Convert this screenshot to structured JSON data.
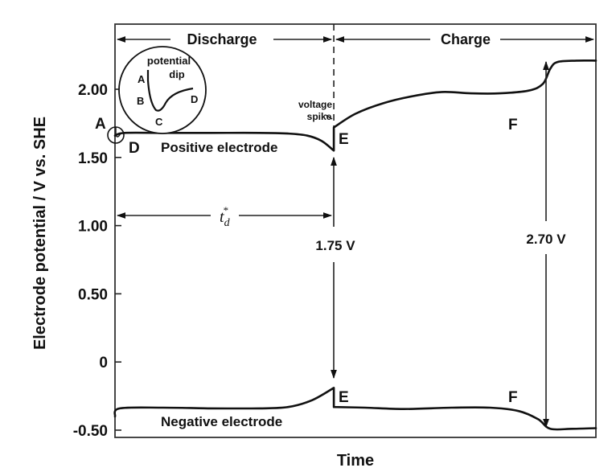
{
  "chart_data": {
    "type": "line",
    "title": "",
    "xlabel": "Time",
    "ylabel": "Electrode potential / V  vs.  SHE",
    "ylim": [
      -0.55,
      2.5
    ],
    "xlim": [
      0,
      1
    ],
    "grid": false,
    "y_ticks": [
      2.0,
      1.5,
      1.0,
      0.5,
      0.0,
      -0.5
    ],
    "y_tick_labels": [
      "2.00",
      "1.50",
      "1.00",
      "0.50",
      "0",
      "-0.50"
    ],
    "x_ticks": [],
    "phases": [
      {
        "name": "discharge",
        "label": "Discharge",
        "x_range": [
          0,
          0.455
        ]
      },
      {
        "name": "charge",
        "label": "Charge",
        "x_range": [
          0.455,
          1.0
        ]
      }
    ],
    "discharge_end_x": 0.455,
    "series": [
      {
        "name": "Positive electrode",
        "label": "Positive electrode",
        "points": [
          [
            0.0,
            1.66
          ],
          [
            0.02,
            1.68
          ],
          [
            0.1,
            1.68
          ],
          [
            0.2,
            1.68
          ],
          [
            0.3,
            1.68
          ],
          [
            0.36,
            1.675
          ],
          [
            0.4,
            1.66
          ],
          [
            0.43,
            1.62
          ],
          [
            0.455,
            1.55
          ],
          [
            0.455,
            1.72
          ],
          [
            0.5,
            1.82
          ],
          [
            0.56,
            1.9
          ],
          [
            0.62,
            1.95
          ],
          [
            0.68,
            1.98
          ],
          [
            0.74,
            1.97
          ],
          [
            0.8,
            1.97
          ],
          [
            0.86,
            1.99
          ],
          [
            0.89,
            2.04
          ],
          [
            0.905,
            2.15
          ],
          [
            0.92,
            2.2
          ],
          [
            0.96,
            2.21
          ],
          [
            1.0,
            2.21
          ]
        ]
      },
      {
        "name": "Negative electrode",
        "label": "Negative electrode",
        "points": [
          [
            0.0,
            -0.4
          ],
          [
            0.01,
            -0.34
          ],
          [
            0.1,
            -0.335
          ],
          [
            0.2,
            -0.34
          ],
          [
            0.3,
            -0.34
          ],
          [
            0.36,
            -0.33
          ],
          [
            0.41,
            -0.28
          ],
          [
            0.455,
            -0.19
          ],
          [
            0.455,
            -0.33
          ],
          [
            0.52,
            -0.335
          ],
          [
            0.6,
            -0.345
          ],
          [
            0.7,
            -0.335
          ],
          [
            0.78,
            -0.335
          ],
          [
            0.84,
            -0.36
          ],
          [
            0.88,
            -0.42
          ],
          [
            0.905,
            -0.49
          ],
          [
            0.95,
            -0.49
          ],
          [
            1.0,
            -0.485
          ]
        ]
      }
    ],
    "point_labels": [
      {
        "text": "A",
        "series": "Positive electrode",
        "x": 0.0,
        "y": 1.72
      },
      {
        "text": "D",
        "series": "Positive electrode",
        "x": 0.03,
        "y": 1.58
      },
      {
        "text": "E",
        "series": "Positive electrode",
        "x": 0.465,
        "y": 1.65
      },
      {
        "text": "F",
        "series": "Positive electrode",
        "x": 0.83,
        "y": 1.85
      },
      {
        "text": "E",
        "series": "Negative electrode",
        "x": 0.465,
        "y": -0.23
      },
      {
        "text": "F",
        "series": "Negative electrode",
        "x": 0.83,
        "y": -0.23
      }
    ],
    "annotations": {
      "discharge_time": "t",
      "discharge_time_sub": "d",
      "discharge_time_sup": "*",
      "voltage_spike_line1": "voltage",
      "voltage_spike_line2": "spike",
      "cell_voltage_end_discharge": "1.75 V",
      "cell_voltage_end_charge": "2.70 V"
    },
    "inset": {
      "title_line1": "potential",
      "title_line2": "dip",
      "labels": [
        "A",
        "B",
        "C",
        "D"
      ]
    }
  }
}
